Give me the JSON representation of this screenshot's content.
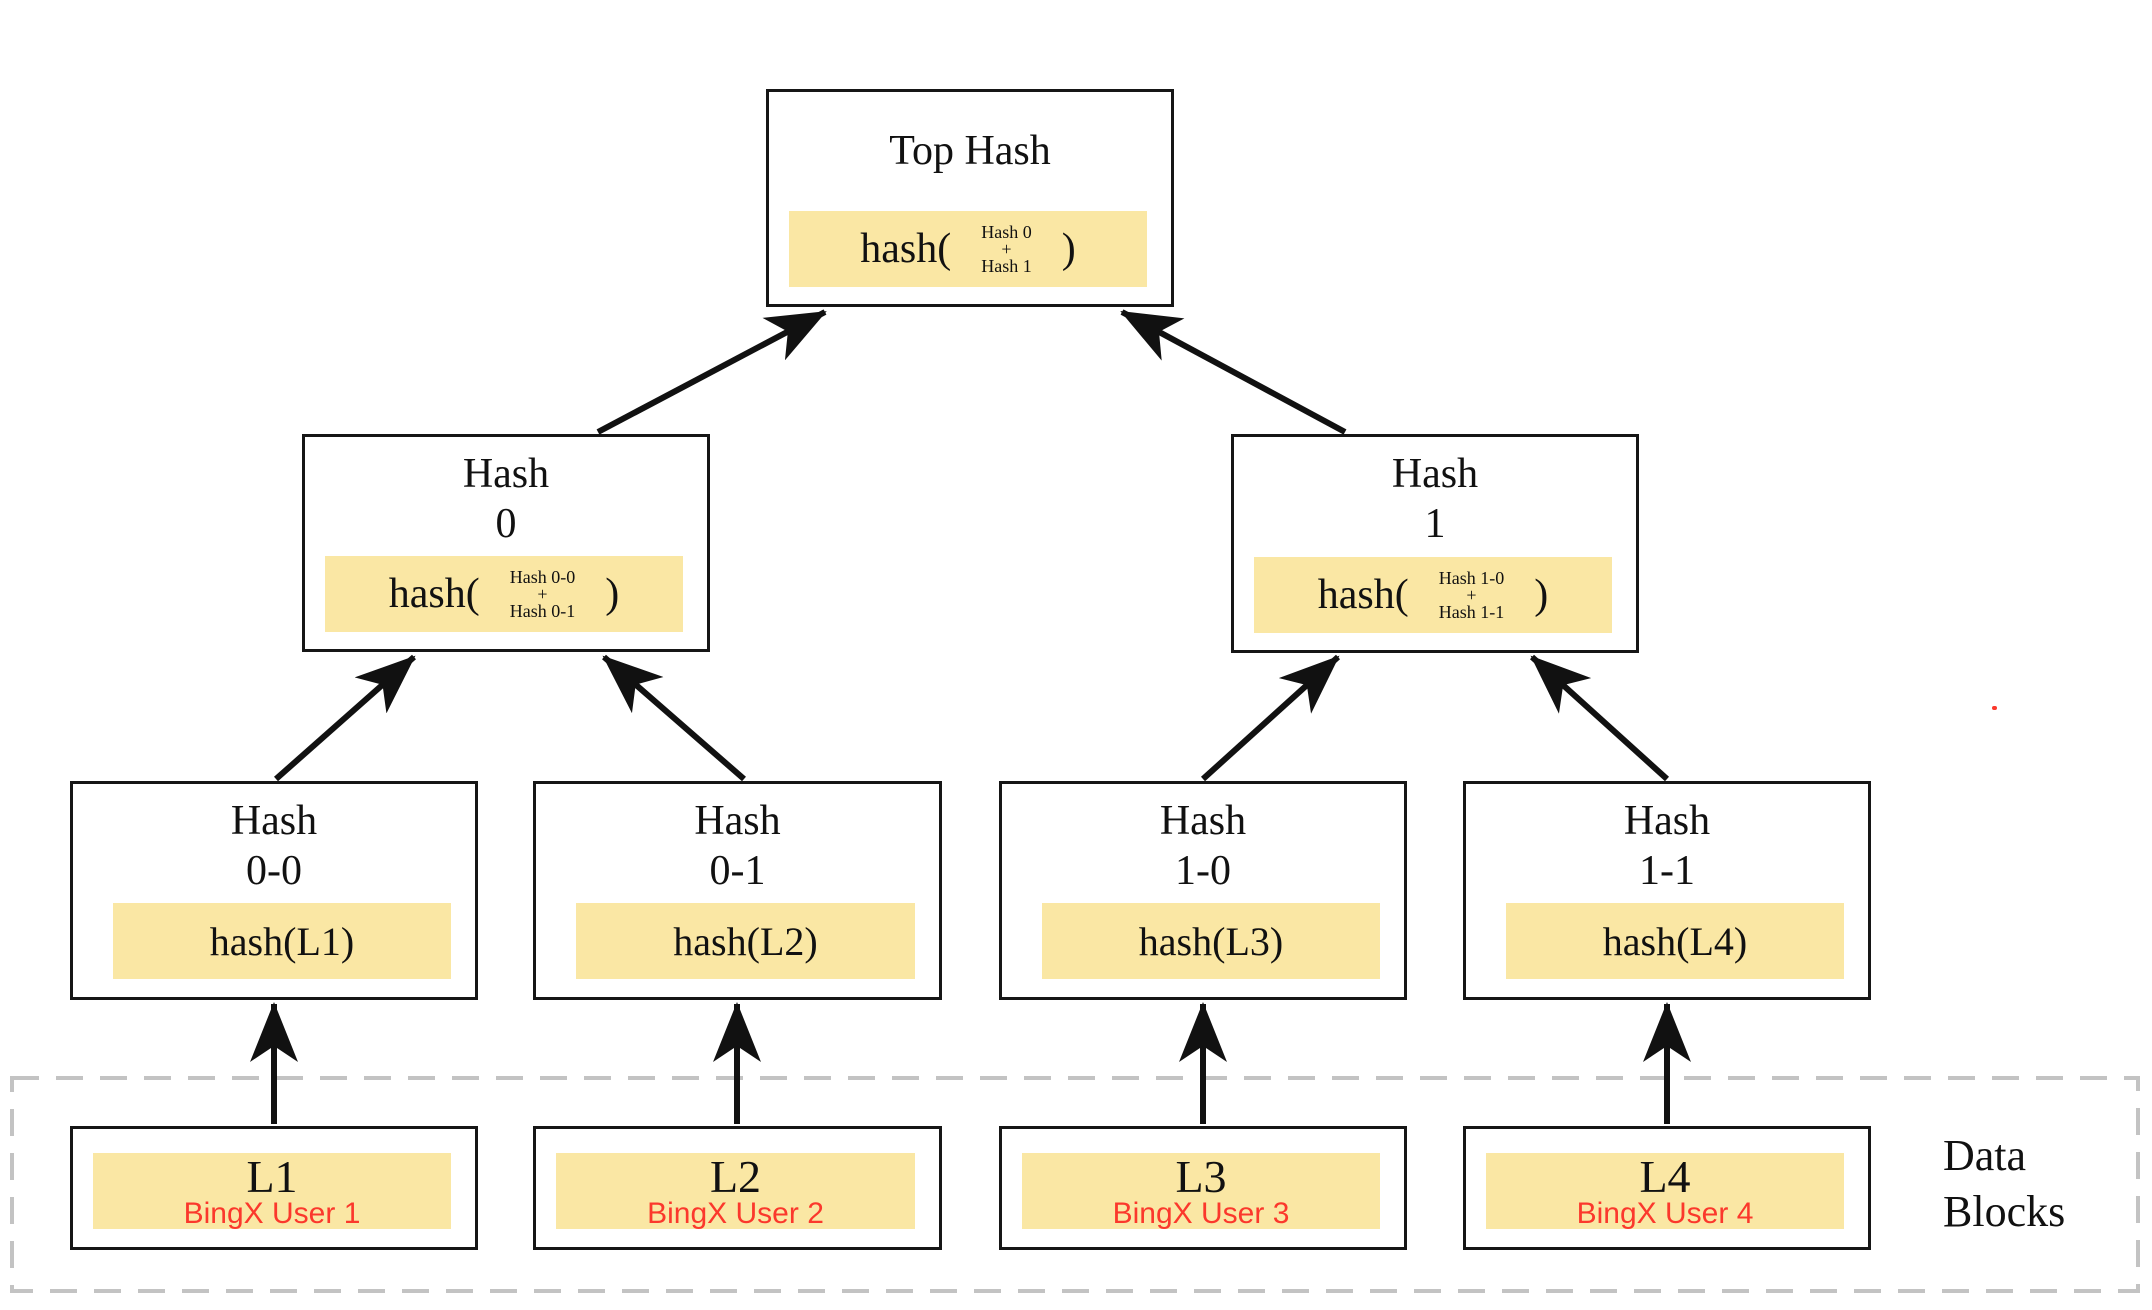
{
  "colors": {
    "highlight_fill": "#FAE7A4",
    "node_border": "#161616",
    "dashed_border": "#C3C3C3",
    "accent_red": "#FB382C"
  },
  "nodes": {
    "top": {
      "title": "Top Hash",
      "fn": "hash(",
      "arg_top": "Hash 0",
      "arg_op": "+",
      "arg_bottom": "Hash 1",
      "fn_close": ")"
    },
    "hash0": {
      "title": "Hash",
      "subtitle": "0",
      "fn": "hash(",
      "arg_top": "Hash 0-0",
      "arg_op": "+",
      "arg_bottom": "Hash 0-1",
      "fn_close": ")"
    },
    "hash1": {
      "title": "Hash",
      "subtitle": "1",
      "fn": "hash(",
      "arg_top": "Hash 1-0",
      "arg_op": "+",
      "arg_bottom": "Hash 1-1",
      "fn_close": ")"
    },
    "hash00": {
      "title": "Hash",
      "subtitle": "0-0",
      "fn_label": "hash(L1)"
    },
    "hash01": {
      "title": "Hash",
      "subtitle": "0-1",
      "fn_label": "hash(L2)"
    },
    "hash10": {
      "title": "Hash",
      "subtitle": "1-0",
      "fn_label": "hash(L3)"
    },
    "hash11": {
      "title": "Hash",
      "subtitle": "1-1",
      "fn_label": "hash(L4)"
    }
  },
  "data_blocks": {
    "region_label_line1": "Data",
    "region_label_line2": "Blocks",
    "blocks": [
      {
        "label": "L1",
        "owner": "BingX User 1"
      },
      {
        "label": "L2",
        "owner": "BingX User 2"
      },
      {
        "label": "L3",
        "owner": "BingX User 3"
      },
      {
        "label": "L4",
        "owner": "BingX User 4"
      }
    ]
  }
}
